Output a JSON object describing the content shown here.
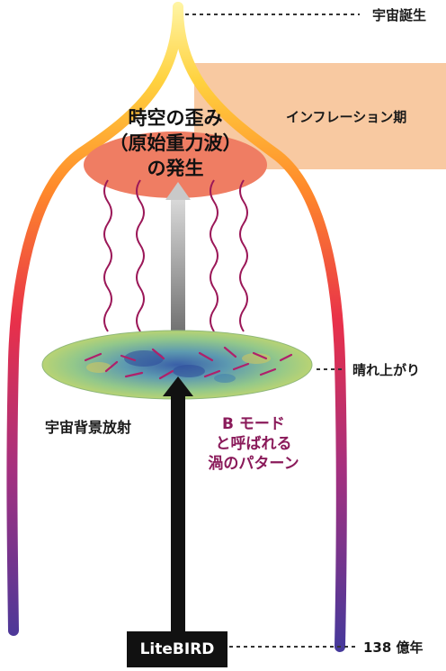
{
  "labels": {
    "big_bang": "宇宙誕生",
    "inflation": "インフレーション期",
    "ripple_line1": "時空の歪み",
    "ripple_line2": "（原始重力波）",
    "ripple_line3": "の発生",
    "recombination": "晴れ上がり",
    "cmb": "宇宙背景放射",
    "bmode_line1": "B モード",
    "bmode_line2": "と呼ばれる",
    "bmode_line3": "渦のパターン",
    "satellite": "LiteBIRD",
    "present": "138 億年"
  },
  "colors": {
    "inflation_band": "#f8c9a1",
    "ripple_ellipse": "#ef7d63",
    "wave": "#9b1758",
    "bmode_text": "#8a1a5a",
    "cmb_fill": "#7fb8a0"
  }
}
